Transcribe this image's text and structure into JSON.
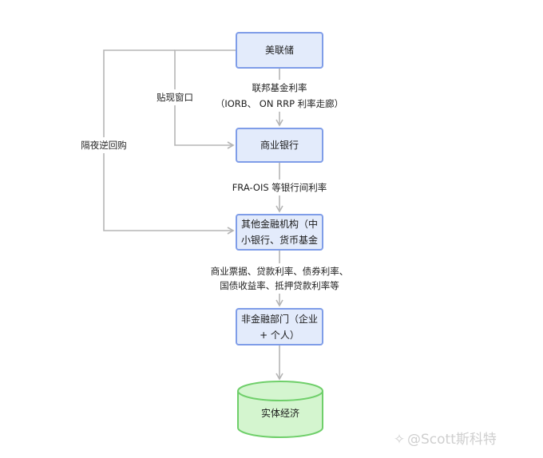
{
  "nodes": {
    "fed": "美联储",
    "commercial_banks": "商业银行",
    "other_fi": "其他金融机构（中小银行、货币基金",
    "non_financial": "非金融部门（企业 + 个人）",
    "real_economy": "实体经济"
  },
  "edges": {
    "fed_to_banks_line1": "联邦基金利率",
    "fed_to_banks_line2": "（IORB、 ON RRP 利率走廊）",
    "banks_to_other": "FRA-OIS 等银行间利率",
    "other_to_nonfin_line1": "商业票据、贷款利率、债券利率、",
    "other_to_nonfin_line2": "国债收益率、抵押贷款利率等",
    "fed_to_banks_side": "贴现窗口",
    "fed_to_other_side": "隔夜逆回购"
  },
  "watermark": "@Scott斯科特",
  "colors": {
    "node_fill": "#e3ebfb",
    "node_border": "#7f9de8",
    "cylinder_fill": "#d4f5cf",
    "cylinder_border": "#6fcf6a",
    "wire": "#b5b5b5"
  }
}
